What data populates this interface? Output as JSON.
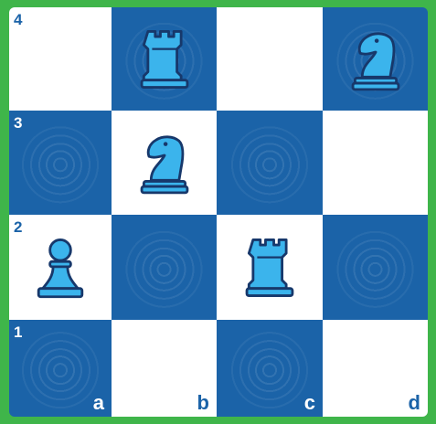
{
  "board": {
    "ranks": [
      "4",
      "3",
      "2",
      "1"
    ],
    "files": [
      "a",
      "b",
      "c",
      "d"
    ],
    "colors": {
      "frame": "#3fb54a",
      "light_square": "#ffffff",
      "dark_square": "#1b63a8",
      "piece_fill": "#3bb4ec",
      "piece_outline": "#17386b"
    },
    "pieces": [
      {
        "square": "b4",
        "type": "rook"
      },
      {
        "square": "d4",
        "type": "knight"
      },
      {
        "square": "b3",
        "type": "knight"
      },
      {
        "square": "a2",
        "type": "pawn"
      },
      {
        "square": "c2",
        "type": "rook"
      }
    ]
  }
}
